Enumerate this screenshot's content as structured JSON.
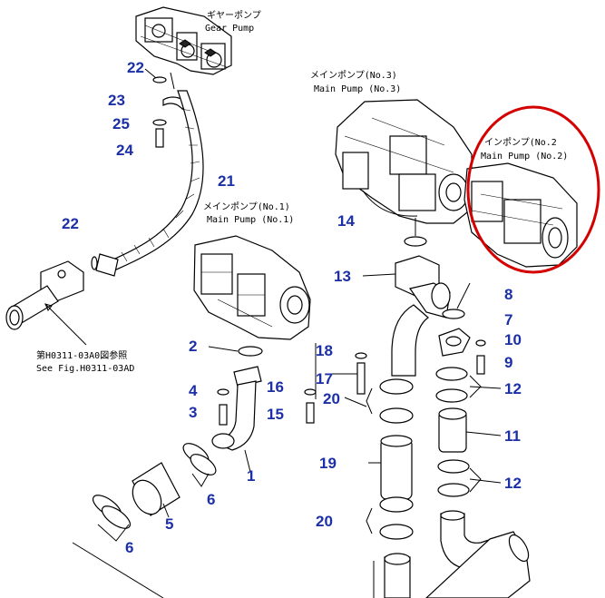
{
  "colors": {
    "part_number": "#1b2fa6",
    "highlight": "#d40000",
    "line": "#000000"
  },
  "labels": {
    "gear_pump": [
      "ギヤーポンプ",
      "Gear Pump"
    ],
    "main_pump_3": [
      "メインポンプ(No.3)",
      "Main Pump (No.3)"
    ],
    "main_pump_2": [
      "インポンプ(No.2",
      "Main Pump (No.2)"
    ],
    "main_pump_1": [
      "メインポンプ(No.1)",
      "Main Pump (No.1)"
    ],
    "see_fig": [
      "第H0311-03A0図参照",
      "See Fig.H0311-03AD"
    ]
  },
  "callouts": [
    {
      "id": "c22a",
      "text": "22"
    },
    {
      "id": "c23",
      "text": "23"
    },
    {
      "id": "c25",
      "text": "25"
    },
    {
      "id": "c24",
      "text": "24"
    },
    {
      "id": "c21",
      "text": "21"
    },
    {
      "id": "c22b",
      "text": "22"
    },
    {
      "id": "c14",
      "text": "14"
    },
    {
      "id": "c13",
      "text": "13"
    },
    {
      "id": "c2",
      "text": "2"
    },
    {
      "id": "c4",
      "text": "4"
    },
    {
      "id": "c3",
      "text": "3"
    },
    {
      "id": "c16",
      "text": "16"
    },
    {
      "id": "c15",
      "text": "15"
    },
    {
      "id": "c1",
      "text": "1"
    },
    {
      "id": "c6a",
      "text": "6"
    },
    {
      "id": "c5",
      "text": "5"
    },
    {
      "id": "c6b",
      "text": "6"
    },
    {
      "id": "c18",
      "text": "18"
    },
    {
      "id": "c17",
      "text": "17"
    },
    {
      "id": "c20a",
      "text": "20"
    },
    {
      "id": "c19",
      "text": "19"
    },
    {
      "id": "c20b",
      "text": "20"
    },
    {
      "id": "c8",
      "text": "8"
    },
    {
      "id": "c7",
      "text": "7"
    },
    {
      "id": "c10",
      "text": "10"
    },
    {
      "id": "c9",
      "text": "9"
    },
    {
      "id": "c12a",
      "text": "12"
    },
    {
      "id": "c11",
      "text": "11"
    },
    {
      "id": "c12b",
      "text": "12"
    }
  ]
}
